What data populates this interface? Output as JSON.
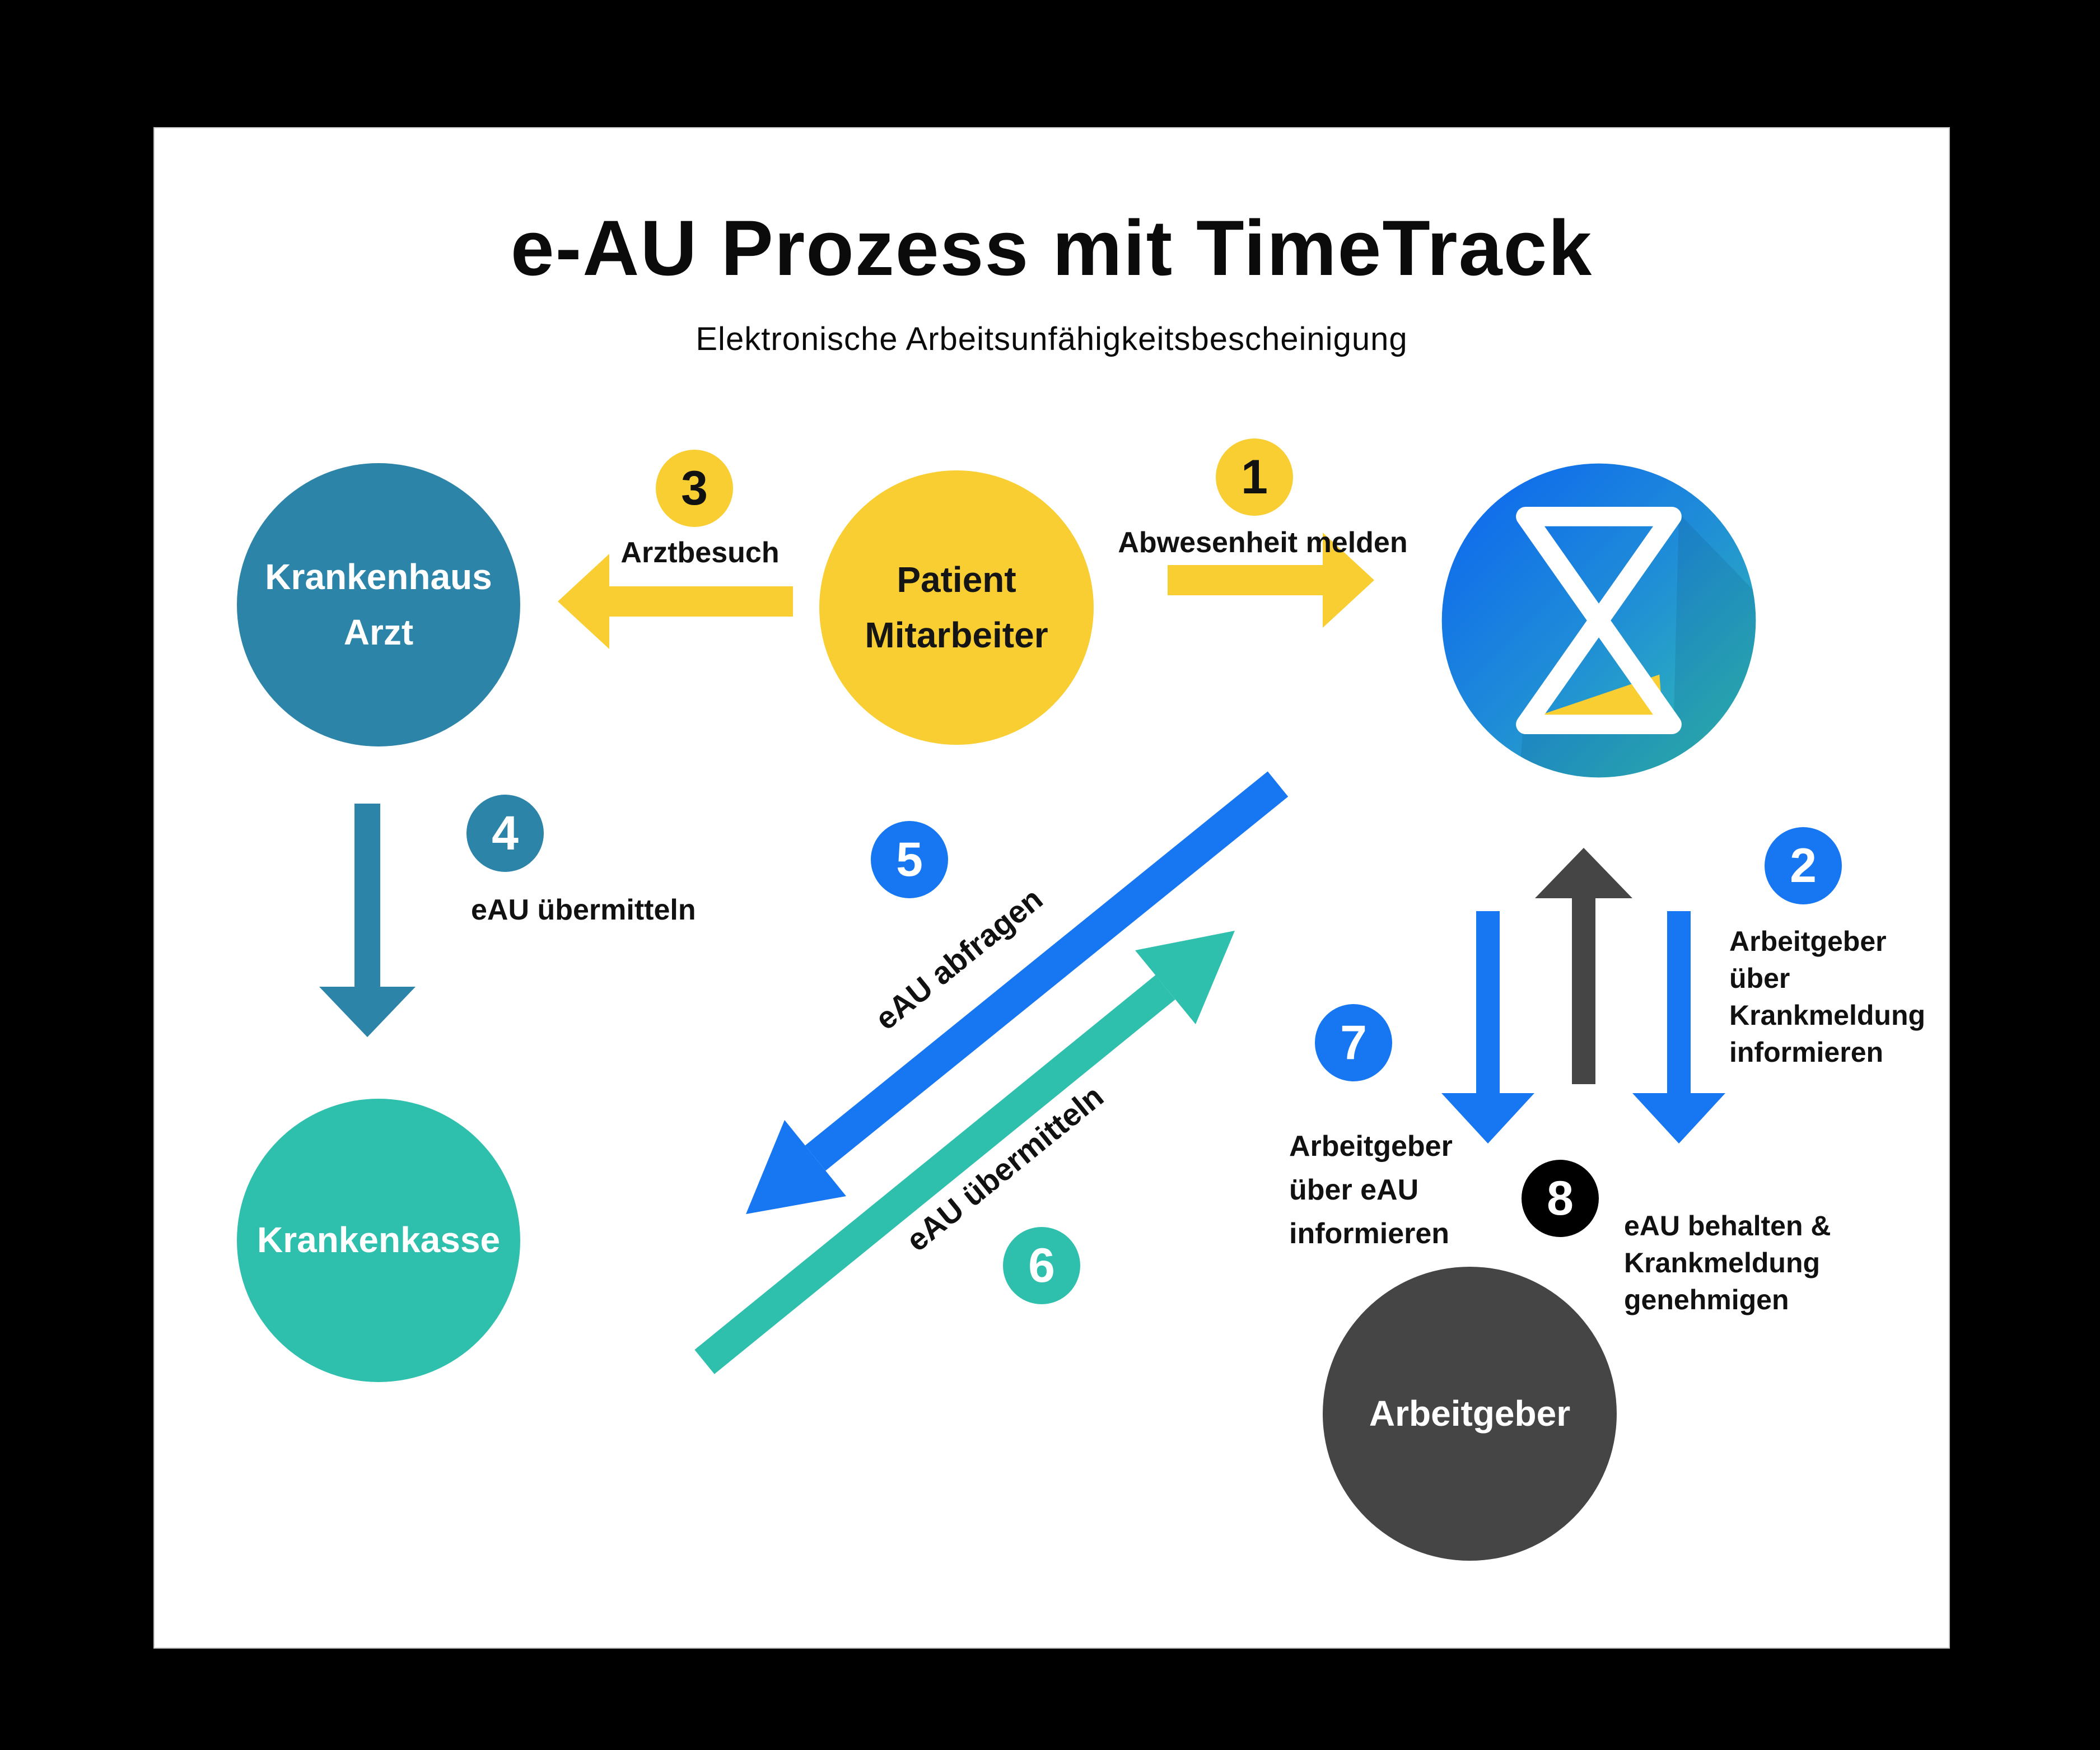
{
  "header": {
    "title": "e-AU Prozess mit TimeTrack",
    "subtitle": "Elektronische Arbeitsunfähigkeitsbescheinigung"
  },
  "nodes": {
    "krankenhaus_arzt": {
      "lines": [
        "Krankenhaus",
        "Arzt"
      ],
      "color": "#2C84A8"
    },
    "patient_mitarbeiter": {
      "lines": [
        "Patient",
        "Mitarbeiter"
      ],
      "color": "#F9CE33"
    },
    "timetrack": {
      "icon": "timetrack-hourglass-logo",
      "gradient": [
        "#0B63F2",
        "#1F8CD8",
        "#33C3AD"
      ],
      "sand_color": "#F9CE33"
    },
    "krankenkasse": {
      "label": "Krankenkasse",
      "color": "#2FC0AD"
    },
    "arbeitgeber": {
      "label": "Arbeitgeber",
      "color": "#454545"
    }
  },
  "steps": {
    "s1": {
      "number": "1",
      "label": "Abwesenheit melden",
      "badge_color": "#F9CE33",
      "from": "Patient Mitarbeiter",
      "to": "TimeTrack"
    },
    "s2": {
      "number": "2",
      "lines": [
        "Arbeitgeber",
        "über",
        "Krankmeldung",
        "informieren"
      ],
      "badge_color": "#1777F2"
    },
    "s3": {
      "number": "3",
      "label": "Arztbesuch",
      "badge_color": "#F9CE33",
      "from": "Patient Mitarbeiter",
      "to": "Krankenhaus Arzt"
    },
    "s4": {
      "number": "4",
      "label": "eAU übermitteln",
      "badge_color": "#2C84A8",
      "from": "Krankenhaus Arzt",
      "to": "Krankenkasse"
    },
    "s5": {
      "number": "5",
      "label": "eAU abfragen",
      "badge_color": "#1777F2",
      "from": "TimeTrack",
      "to": "Krankenkasse"
    },
    "s6": {
      "number": "6",
      "label": "eAU übermitteln",
      "badge_color": "#2FC0AD",
      "from": "Krankenkasse",
      "to": "TimeTrack"
    },
    "s7": {
      "number": "7",
      "lines": [
        "Arbeitgeber",
        "über eAU",
        "informieren"
      ],
      "badge_color": "#1777F2"
    },
    "s8": {
      "number": "8",
      "lines": [
        "eAU behalten &",
        "Krankmeldung",
        "genehmigen"
      ],
      "badge_color": "#000000"
    }
  },
  "colors": {
    "background": "#000000",
    "panel": "#FFFFFF",
    "yellow": "#F9CE33",
    "steel_blue": "#2C84A8",
    "teal": "#2FC0AD",
    "bright_blue": "#1777F2",
    "dark_gray": "#454545",
    "badge_black": "#000000",
    "text": "#111111"
  }
}
